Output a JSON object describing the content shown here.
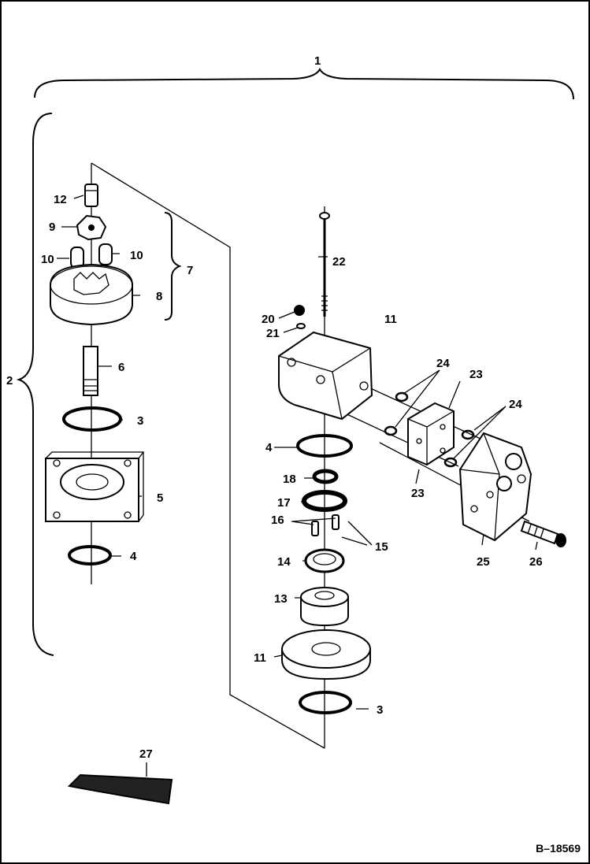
{
  "diagram": {
    "reference": "B–18569",
    "callouts": {
      "c1": "1",
      "c2": "2",
      "c3a": "3",
      "c3b": "3",
      "c4": "4",
      "c4b": "4",
      "c5": "5",
      "c6": "6",
      "c7": "7",
      "c8": "8",
      "c9": "9",
      "c10a": "10",
      "c10b": "10",
      "c11": "11",
      "c11b": "11",
      "c12": "12",
      "c13": "13",
      "c14": "14",
      "c15": "15",
      "c16": "16",
      "c17": "17",
      "c18": "18",
      "c20": "20",
      "c21": "21",
      "c22": "22",
      "c23a": "23",
      "c23b": "23",
      "c24a": "24",
      "c24b": "24",
      "c25": "25",
      "c26": "26",
      "c27": "27"
    }
  }
}
